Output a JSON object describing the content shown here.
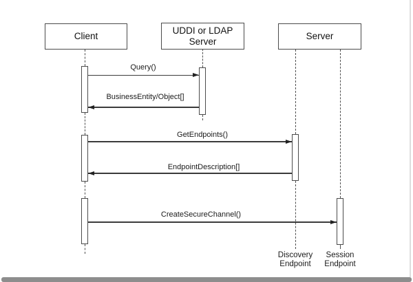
{
  "participants": [
    {
      "id": "client",
      "label": "Client"
    },
    {
      "id": "uddi-ldap-server",
      "label": "UDDI or LDAP Server"
    },
    {
      "id": "server",
      "label": "Server"
    }
  ],
  "messages": [
    {
      "label": "Query()",
      "from": "Client",
      "to": "UDDI or LDAP Server",
      "direction": "right"
    },
    {
      "label": "BusinessEntity/Object[]",
      "from": "UDDI or LDAP Server",
      "to": "Client",
      "direction": "left"
    },
    {
      "label": "GetEndpoints()",
      "from": "Client",
      "to": "Discovery Endpoint",
      "direction": "right"
    },
    {
      "label": "EndpointDescription[]",
      "from": "Discovery Endpoint",
      "to": "Client",
      "direction": "left"
    },
    {
      "label": "CreateSecureChannel()",
      "from": "Client",
      "to": "Session Endpoint",
      "direction": "right"
    }
  ],
  "endpoints": [
    {
      "line1": "Discovery",
      "line2": "Endpoint"
    },
    {
      "line1": "Session",
      "line2": "Endpoint"
    }
  ],
  "colors": {
    "line": "#4a4a4a",
    "text": "#1a1a1a",
    "background": "#ffffff",
    "bottom_bar": "#8d8d8d",
    "right_edge": "#dddddd"
  }
}
